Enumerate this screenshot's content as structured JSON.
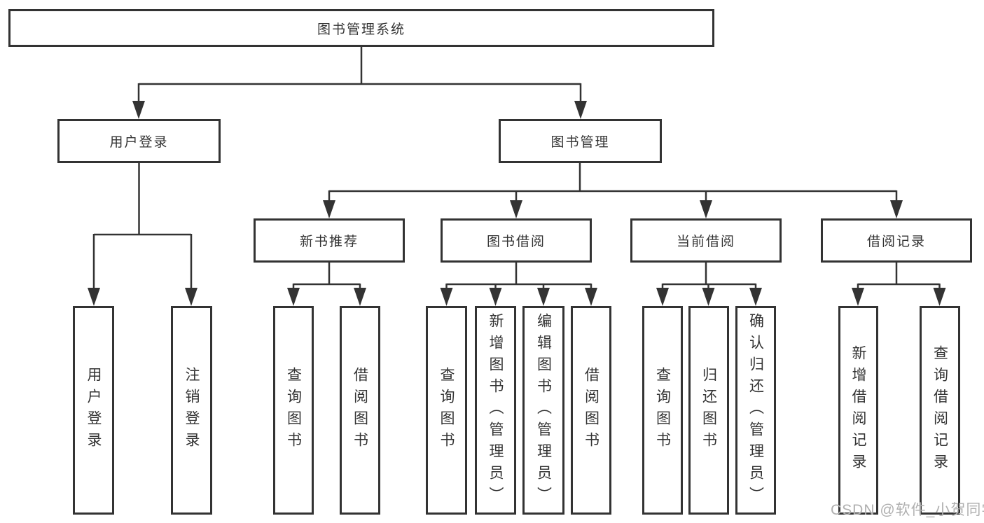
{
  "colors": {
    "line": "#333333",
    "box_border": "#333333",
    "text": "#333333",
    "watermark": "#b0b0b0",
    "background": "#ffffff"
  },
  "tree": {
    "label": "图书管理系统",
    "children": [
      {
        "label": "用户登录",
        "children": [
          {
            "label": "用户登录"
          },
          {
            "label": "注销登录"
          }
        ]
      },
      {
        "label": "图书管理",
        "children": [
          {
            "label": "新书推荐",
            "children": [
              {
                "label": "查询图书"
              },
              {
                "label": "借阅图书"
              }
            ]
          },
          {
            "label": "图书借阅",
            "children": [
              {
                "label": "查询图书"
              },
              {
                "label": "新增图书（管理员）"
              },
              {
                "label": "编辑图书（管理员）"
              },
              {
                "label": "借阅图书"
              }
            ]
          },
          {
            "label": "当前借阅",
            "children": [
              {
                "label": "查询图书"
              },
              {
                "label": "归还图书"
              },
              {
                "label": "确认归还（管理员）"
              }
            ]
          },
          {
            "label": "借阅记录",
            "children": [
              {
                "label": "新增借阅记录"
              },
              {
                "label": "查询借阅记录"
              }
            ]
          }
        ]
      }
    ]
  },
  "watermark": {
    "text": "CSDN @软件_小贺同学"
  }
}
